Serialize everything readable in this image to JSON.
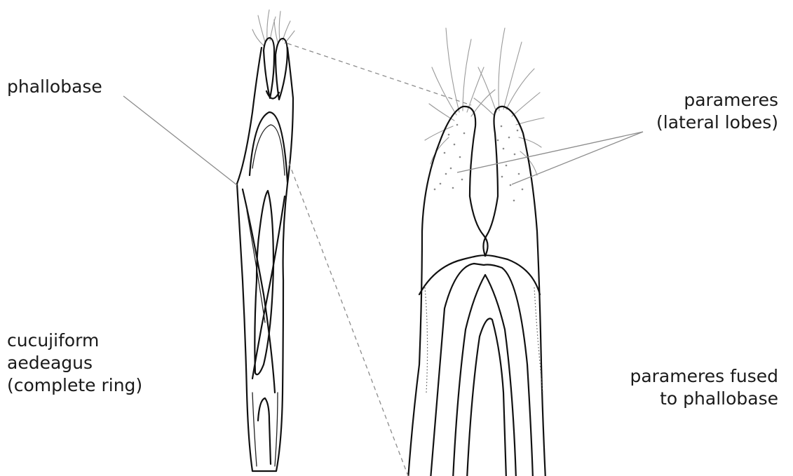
{
  "labels": {
    "phallobase": "phallobase",
    "cucujiform": [
      "cucujiform",
      "aedeagus",
      "(complete ring)"
    ],
    "parameres": [
      "parameres",
      "(lateral lobes)"
    ],
    "parameres_fused": [
      "parameres fused",
      "to phallobase"
    ]
  },
  "colors": {
    "line": "#111111",
    "leader": "#8c8c8c",
    "setae": "#9a9a9a",
    "background": "#ffffff"
  }
}
